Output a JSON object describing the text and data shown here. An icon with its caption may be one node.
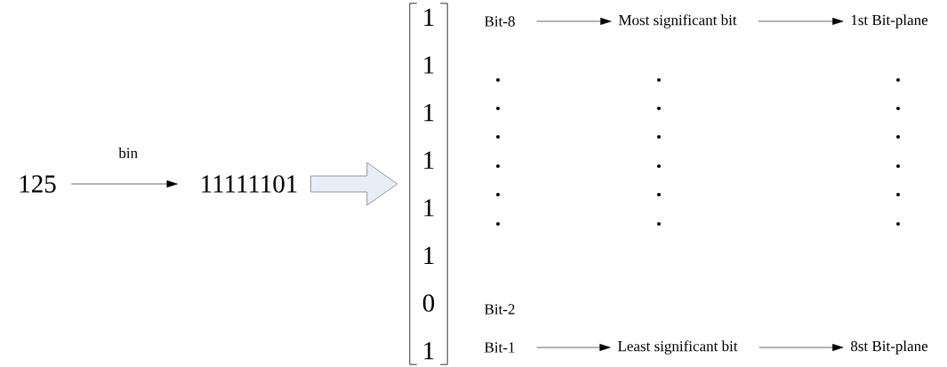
{
  "diagram": {
    "nodes": [
      {
        "text": [
          "125"
        ]
      },
      {
        "text": [
          "11111101"
        ]
      },
      {
        "text": [
          "1",
          "1",
          "1",
          "1",
          "1",
          "1",
          "0",
          "1"
        ]
      },
      {
        "text": [
          "Bit-8"
        ]
      },
      {
        "text": [
          "Most significant bit"
        ]
      },
      {
        "text": [
          "1st Bit-plane"
        ]
      },
      {
        "text": [
          "Bit-1"
        ]
      },
      {
        "text": [
          "Least significant bit"
        ]
      },
      {
        "text": [
          "8st Bit-plane"
        ]
      }
    ],
    "edges": [
      {
        "from": 0,
        "to": 1,
        "arrow": "to",
        "label": "bin"
      },
      {
        "from": 1,
        "to": 2,
        "arrow": "to",
        "style": "thick"
      },
      {
        "from": 3,
        "to": 4,
        "arrow": "to"
      },
      {
        "from": 4,
        "to": 5,
        "arrow": "to"
      },
      {
        "from": 6,
        "to": 7,
        "arrow": "to"
      },
      {
        "from": 7,
        "to": 8,
        "arrow": "to"
      }
    ],
    "labels": [
      "Bit-2"
    ]
  }
}
